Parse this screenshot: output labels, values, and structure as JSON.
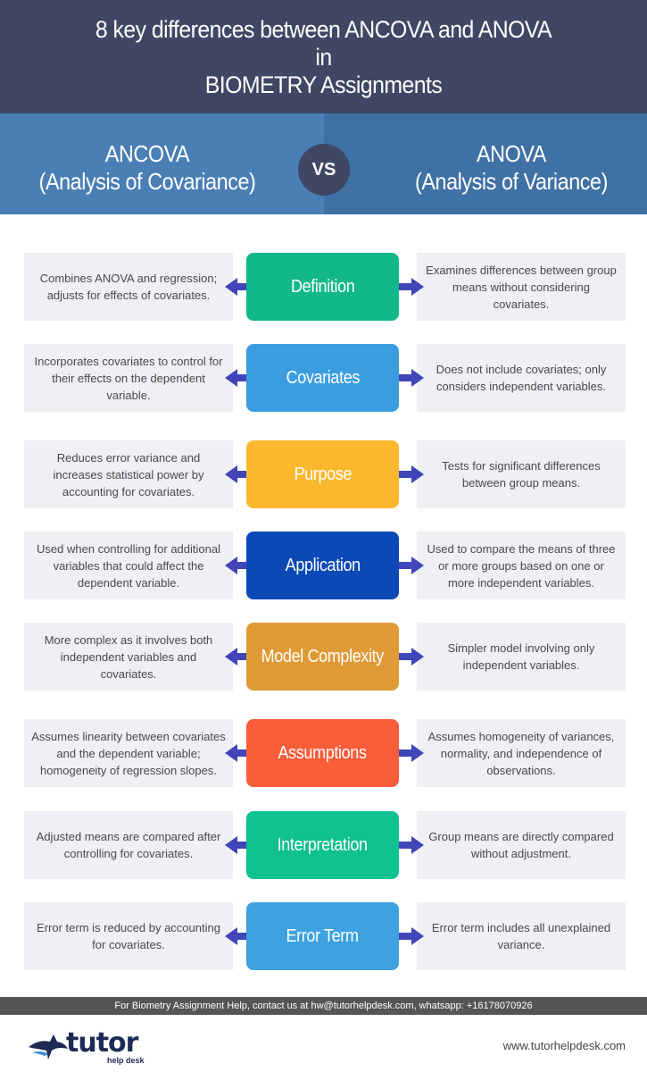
{
  "header": {
    "line1": "8 key differences between ANCOVA and ANOVA",
    "line2": "in",
    "line3": "BIOMETRY Assignments"
  },
  "comparison": {
    "left_title": "ANCOVA",
    "left_subtitle": "(Analysis of Covariance)",
    "vs_label": "VS",
    "right_title": "ANOVA",
    "right_subtitle": "(Analysis of Variance)"
  },
  "rows": [
    {
      "label": "Definition",
      "color": "#13b88a",
      "left": "Combines ANOVA and regression; adjusts for effects of covariates.",
      "right": "Examines differences between group means without considering covariates."
    },
    {
      "label": "Covariates",
      "color": "#3b9de0",
      "left": "Incorporates covariates to control for their effects on the dependent variable.",
      "right": "Does not include covariates; only considers independent variables."
    },
    {
      "label": "Purpose",
      "color": "#fbb82f",
      "left": "Reduces error variance and increases statistical power by accounting for covariates.",
      "right": "Tests for significant differences between group means."
    },
    {
      "label": "Application",
      "color": "#0b49b6",
      "left": "Used when controlling for additional variables that could affect the dependent variable.",
      "right": "Used to compare the means of three or more groups based on one or more independent variables."
    },
    {
      "label": "Model Complexity",
      "color": "#df9a36",
      "left": "More complex as it involves both independent variables and covariates.",
      "right": "Simpler model involving only independent variables."
    },
    {
      "label": "Assumptions",
      "color": "#fa5d39",
      "left": "Assumes linearity between covariates and the dependent variable; homogeneity of regression slopes.",
      "right": "Assumes homogeneity of variances, normality, and independence of observations."
    },
    {
      "label": "Interpretation",
      "color": "#0fc090",
      "left": "Adjusted means are compared after controlling for covariates.",
      "right": "Group means are directly compared without adjustment."
    },
    {
      "label": "Error Term",
      "color": "#3ea1e0",
      "left": "Error term is reduced by accounting for covariates.",
      "right": "Error term includes all unexplained variance."
    }
  ],
  "colors": {
    "header_bg": "#404764",
    "arrow": "#4045b8",
    "box_bg": "#efeff4"
  },
  "footer": {
    "contact": "For Biometry Assignment Help, contact us at hw@tutorhelpdesk.com, whatsapp: +16178070926",
    "logo_word": "tutor",
    "logo_sub": "help desk",
    "website": "www.tutorhelpdesk.com"
  }
}
